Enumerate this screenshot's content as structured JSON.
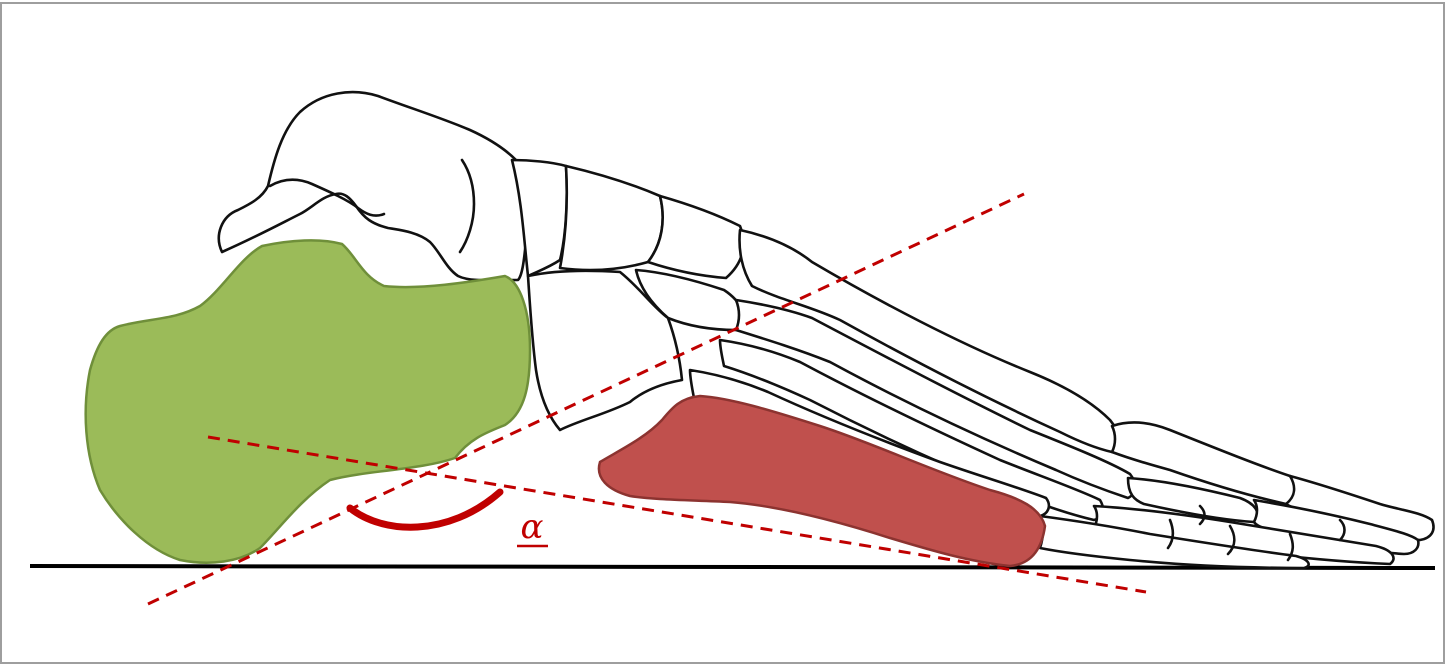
{
  "figure": {
    "angle_label": "α"
  },
  "colors": {
    "calcaneus": "#9bbb59",
    "calcaneus_outline": "#6f8f3a",
    "fifth_metatarsal": "#c0504d",
    "fifth_metatarsal_outline": "#8c3330",
    "angle_lines": "#c00000",
    "ground": "#000000",
    "frame": "#9e9e9e"
  },
  "icons": {
    "foot_skeleton": "foot-skeleton-lateral-view",
    "angle_arc": "angle-arc"
  }
}
